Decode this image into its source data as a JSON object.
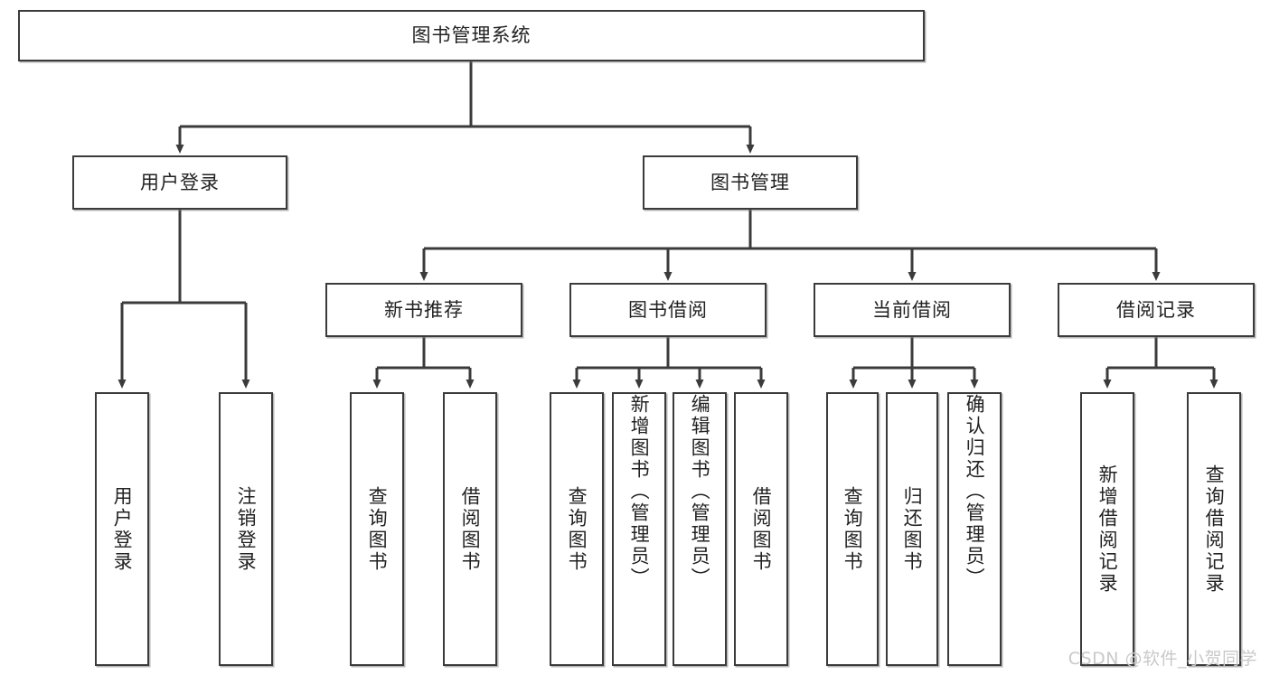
{
  "diagram": {
    "type": "tree",
    "title": "图书管理系统",
    "watermark": "CSDN @软件_小贺同学",
    "colors": {
      "box_border": "#3b3b3b",
      "box_fill": "#ffffff",
      "connector": "#3b3b3b",
      "text": "#222222",
      "watermark": "#c9c9c9"
    },
    "levels": {
      "root": {
        "label": "图书管理系统"
      },
      "level2": [
        {
          "id": "user-login",
          "label": "用户登录"
        },
        {
          "id": "book-management",
          "label": "图书管理"
        }
      ],
      "level3": [
        {
          "id": "new-book-recommend",
          "label": "新书推荐",
          "parent": "book-management"
        },
        {
          "id": "book-borrow",
          "label": "图书借阅",
          "parent": "book-management"
        },
        {
          "id": "current-borrow",
          "label": "当前借阅",
          "parent": "book-management"
        },
        {
          "id": "borrow-record",
          "label": "借阅记录",
          "parent": "book-management"
        }
      ],
      "leaves": [
        {
          "id": "leaf-user-login",
          "label": "用户登录",
          "parent": "user-login"
        },
        {
          "id": "leaf-logout-login",
          "label": "注销登录",
          "parent": "user-login"
        },
        {
          "id": "leaf-query-book-1",
          "label": "查询图书",
          "parent": "new-book-recommend"
        },
        {
          "id": "leaf-borrow-book-1",
          "label": "借阅图书",
          "parent": "new-book-recommend"
        },
        {
          "id": "leaf-query-book-2",
          "label": "查询图书",
          "parent": "book-borrow"
        },
        {
          "id": "leaf-add-book",
          "label": "新增图书（管理员）",
          "parent": "book-borrow"
        },
        {
          "id": "leaf-edit-book",
          "label": "编辑图书（管理员）",
          "parent": "book-borrow"
        },
        {
          "id": "leaf-borrow-book-2",
          "label": "借阅图书",
          "parent": "book-borrow"
        },
        {
          "id": "leaf-query-book-3",
          "label": "查询图书",
          "parent": "current-borrow"
        },
        {
          "id": "leaf-return-book",
          "label": "归还图书",
          "parent": "current-borrow"
        },
        {
          "id": "leaf-confirm-return",
          "label": "确认归还（管理员）",
          "parent": "current-borrow"
        },
        {
          "id": "leaf-add-record",
          "label": "新增借阅记录",
          "parent": "borrow-record"
        },
        {
          "id": "leaf-query-record",
          "label": "查询借阅记录",
          "parent": "borrow-record"
        }
      ]
    }
  }
}
